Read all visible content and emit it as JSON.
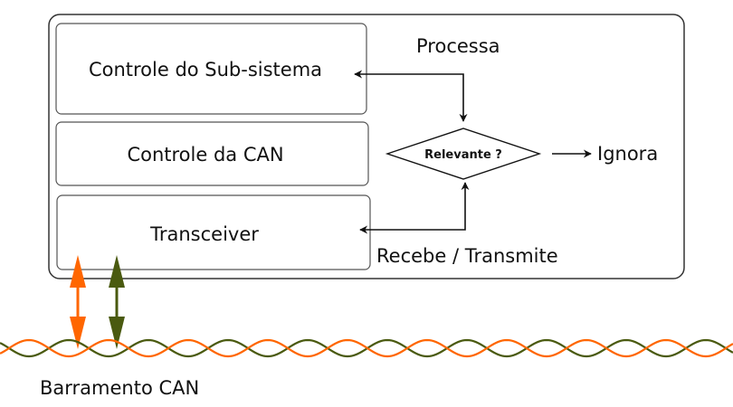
{
  "title": "",
  "blocks": {
    "subsystem": "Controle do  Sub-sistema",
    "can_controller": "Controle da CAN",
    "transceiver": "Transceiver"
  },
  "decision": {
    "question": "Relevante ?",
    "yes_action": "Processa",
    "no_action": "Ignora"
  },
  "io_label": "Recebe / Transmite",
  "bus_label": "Barramento CAN",
  "colors": {
    "can_high": "#ff6600",
    "can_low": "#4a5a10",
    "outline": "#333333",
    "arrow": "#111111"
  }
}
